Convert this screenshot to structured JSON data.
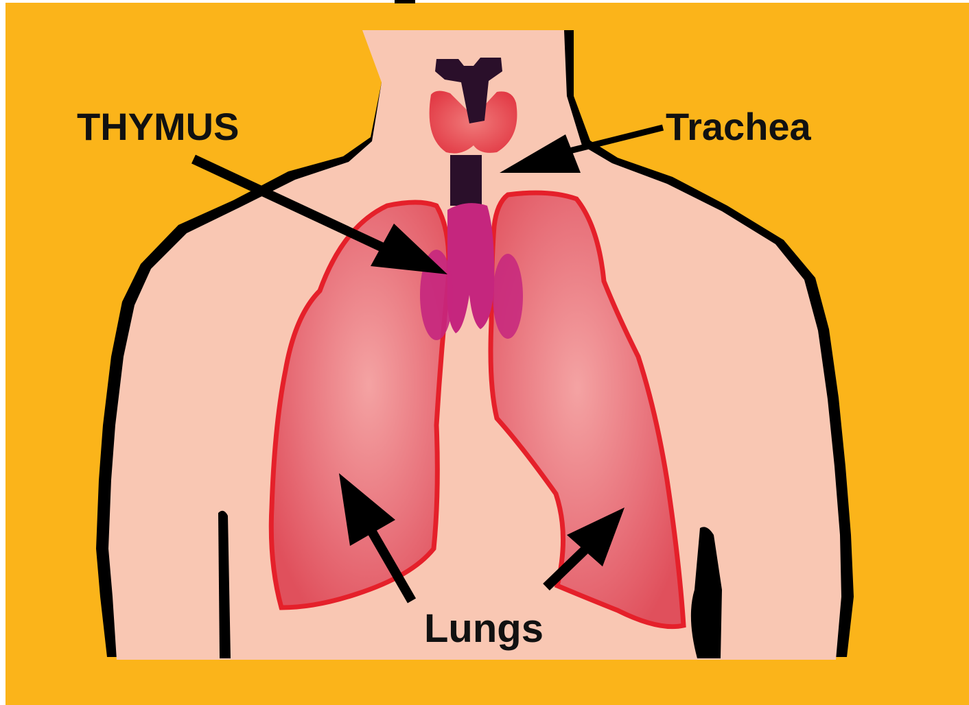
{
  "labels": {
    "thymus": "THYMUS",
    "trachea": "Trachea",
    "lungs": "Lungs"
  },
  "colors": {
    "background": "#FBB41A",
    "skin": "#F9C7B3",
    "outline": "#000000",
    "lung_fill": "#E8707A",
    "lung_border": "#E5202A",
    "thymus": "#C5267E",
    "trachea": "#2A0F2A",
    "thyroid": "#E5434C",
    "arrow": "#000000",
    "text": "#111111"
  }
}
